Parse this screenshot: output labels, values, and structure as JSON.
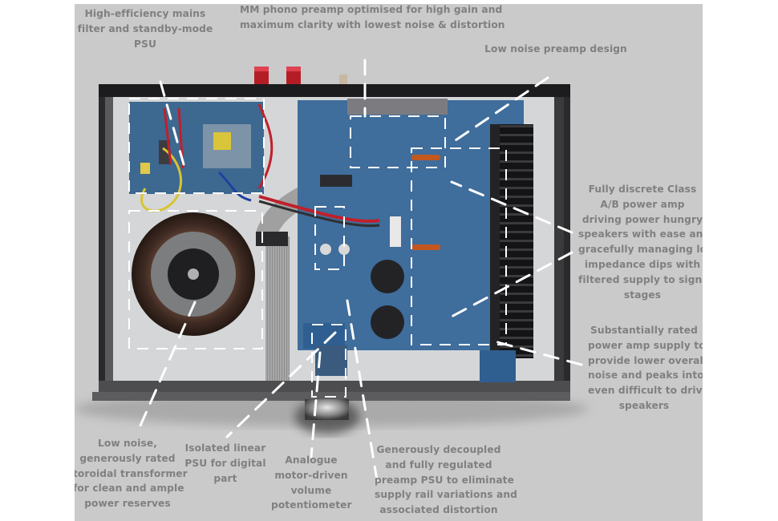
{
  "figure": {
    "subject": "Integrated amplifier internal layout (top view, lid removed)",
    "colors": {
      "background_panel": "#c9cac9",
      "annotation_text": "#7f807f",
      "leader_lines": "#ffffff",
      "pcb_blue": "#3f6d9c",
      "chassis_dark": "#2c2c2e",
      "heatsink": "#1c1c1e",
      "rca_red": "#c0202a"
    }
  },
  "annotations": [
    {
      "id": "mains-filter",
      "lines": [
        "High-efficiency mains",
        "filter and standby-mode",
        "PSU"
      ]
    },
    {
      "id": "phono-preamp",
      "lines": [
        "MM phono preamp optimised for high gain and",
        "maximum clarity with lowest noise & distortion"
      ]
    },
    {
      "id": "low-noise-preamp",
      "lines": [
        "Low noise preamp design"
      ]
    },
    {
      "id": "power-amp",
      "lines": [
        "Fully discrete Class",
        "A/B power amp",
        "driving power hungry",
        "speakers with ease and",
        "gracefully managing low",
        "impedance dips with",
        "filtered supply to signal",
        "stages"
      ]
    },
    {
      "id": "power-amp-supply",
      "lines": [
        "Substantially rated",
        "power amp supply to",
        "provide lower overall",
        "noise and peaks into",
        "even difficult to drive",
        "speakers"
      ]
    },
    {
      "id": "toroidal-transformer",
      "lines": [
        "Low noise,",
        "generously rated",
        "toroidal transformer",
        "for clean and ample",
        "power reserves"
      ]
    },
    {
      "id": "digital-psu",
      "lines": [
        "Isolated linear",
        "PSU for digital",
        "part"
      ]
    },
    {
      "id": "volume-pot",
      "lines": [
        "Analogue",
        "motor-driven",
        "volume",
        "potentiometer"
      ]
    },
    {
      "id": "preamp-psu",
      "lines": [
        "Generously decoupled",
        "and fully regulated",
        "preamp PSU to eliminate",
        "supply rail variations and",
        "associated distortion"
      ]
    }
  ]
}
